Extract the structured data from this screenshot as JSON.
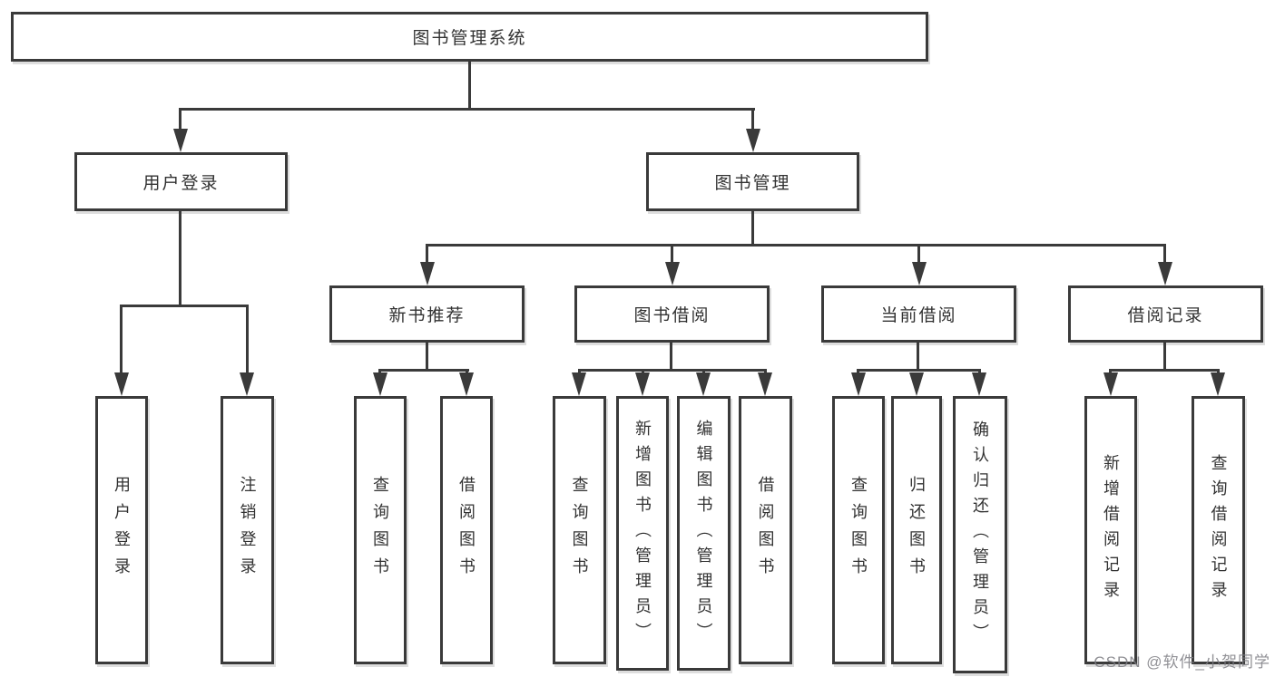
{
  "diagram_type": "tree",
  "tree": {
    "label": "图书管理系统",
    "children": [
      {
        "label": "用户登录",
        "children": [
          {
            "label": "用户登录"
          },
          {
            "label": "注销登录"
          }
        ]
      },
      {
        "label": "图书管理",
        "children": [
          {
            "label": "新书推荐",
            "children": [
              {
                "label": "查询图书"
              },
              {
                "label": "借阅图书"
              }
            ]
          },
          {
            "label": "图书借阅",
            "children": [
              {
                "label": "查询图书"
              },
              {
                "label": "新增图书（管理员）"
              },
              {
                "label": "编辑图书（管理员）"
              },
              {
                "label": "借阅图书"
              }
            ]
          },
          {
            "label": "当前借阅",
            "children": [
              {
                "label": "查询图书"
              },
              {
                "label": "归还图书"
              },
              {
                "label": "确认归还（管理员）"
              }
            ]
          },
          {
            "label": "借阅记录",
            "children": [
              {
                "label": "新增借阅记录"
              },
              {
                "label": "查询借阅记录"
              }
            ]
          }
        ]
      }
    ]
  },
  "watermark": {
    "text": "CSDN @软件_小贺同学"
  },
  "colors": {
    "line": "#3a3a3a",
    "text": "#323232",
    "background": "#ffffff",
    "watermark": "#7d7d82"
  }
}
